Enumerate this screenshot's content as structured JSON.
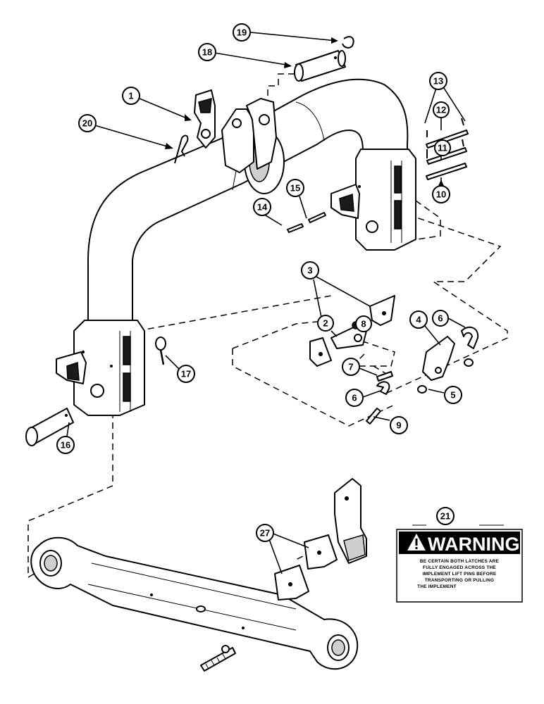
{
  "callouts": [
    {
      "id": "c1",
      "label": "1"
    },
    {
      "id": "c2",
      "label": "2"
    },
    {
      "id": "c3",
      "label": "3"
    },
    {
      "id": "c4",
      "label": "4"
    },
    {
      "id": "c5",
      "label": "5"
    },
    {
      "id": "c6a",
      "label": "6"
    },
    {
      "id": "c6b",
      "label": "6"
    },
    {
      "id": "c7",
      "label": "7"
    },
    {
      "id": "c8",
      "label": "8"
    },
    {
      "id": "c9",
      "label": "9"
    },
    {
      "id": "c10",
      "label": "10"
    },
    {
      "id": "c11",
      "label": "11"
    },
    {
      "id": "c12",
      "label": "12"
    },
    {
      "id": "c13",
      "label": "13"
    },
    {
      "id": "c14",
      "label": "14"
    },
    {
      "id": "c15",
      "label": "15"
    },
    {
      "id": "c16",
      "label": "16"
    },
    {
      "id": "c17",
      "label": "17"
    },
    {
      "id": "c18",
      "label": "18"
    },
    {
      "id": "c19",
      "label": "19"
    },
    {
      "id": "c20",
      "label": "20"
    },
    {
      "id": "c21",
      "label": "21"
    },
    {
      "id": "c27",
      "label": "27"
    }
  ],
  "warning_decal": {
    "title": "WARNING",
    "line1": "BE CERTAIN BOTH LATCHES ARE",
    "line2": "FULLY ENGAGED ACROSS THE",
    "line3": "IMPLEMENT LIFT PINS BEFORE",
    "line4": "TRANSPORTING OR PULLING",
    "line5": "THE IMPLEMENT"
  }
}
